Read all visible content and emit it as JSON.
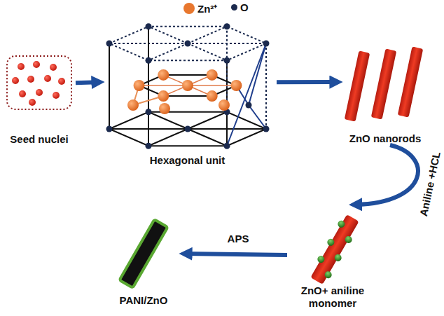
{
  "diagram": {
    "nodes": [
      {
        "text": [
          "Seed nuclei"
        ]
      },
      {
        "text": [
          "Hexagonal unit"
        ]
      },
      {
        "text": [
          "ZnO nanorods"
        ]
      },
      {
        "text": [
          "ZnO+ aniline monomer"
        ]
      },
      {
        "text": [
          "PANI/ZnO"
        ]
      }
    ],
    "edges": [
      {
        "from": 0,
        "to": 1,
        "arrow": "to"
      },
      {
        "from": 1,
        "to": 2,
        "arrow": "to"
      },
      {
        "from": 2,
        "to": 3,
        "label": "Aniline +HCL",
        "arrow": "to"
      },
      {
        "from": 3,
        "to": 4,
        "label": "APS",
        "arrow": "to"
      }
    ],
    "legend": [
      {
        "text": "Zn²⁺",
        "color": "#e8772e"
      },
      {
        "text": "O",
        "color": "#1b2a4e"
      }
    ]
  }
}
